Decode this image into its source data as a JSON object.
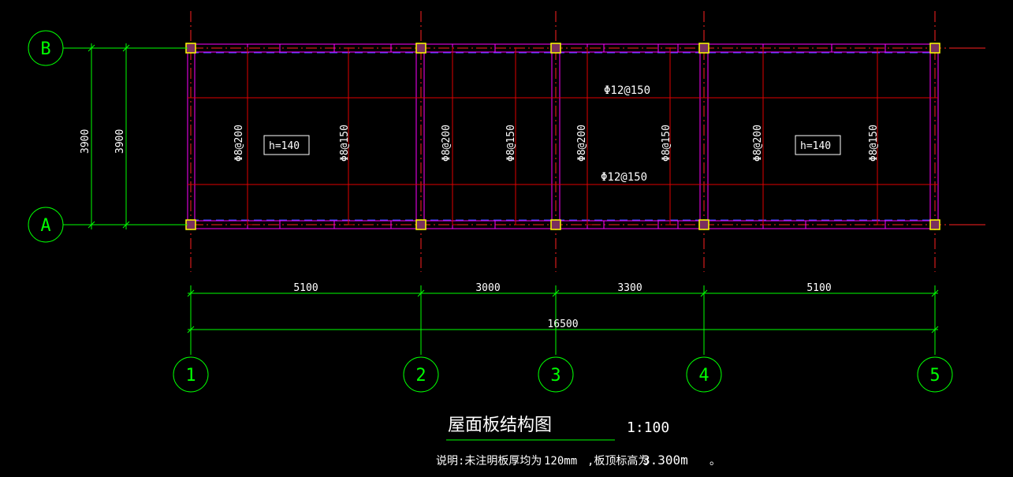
{
  "drawing": {
    "title": "屋面板结构图",
    "scale": "1:100",
    "note": {
      "prefix": "说明:未注明板厚均为",
      "thickness": "120mm",
      "middle": ",板顶标高为",
      "elevation": "3.300m",
      "end": "。"
    }
  },
  "grid": {
    "columns": [
      "1",
      "2",
      "3",
      "4",
      "5"
    ],
    "rows": [
      "A",
      "B"
    ]
  },
  "dimensions": {
    "spans": [
      "5100",
      "3000",
      "3300",
      "5100"
    ],
    "total": "16500",
    "vertical": [
      "3900",
      "3900"
    ]
  },
  "slab": {
    "thickness_labels": [
      "h=140",
      "h=140"
    ],
    "top_bar_label": "Φ12@150",
    "bottom_bar_label": "Φ12@150",
    "rebar_vertical": [
      "Φ8@200",
      "Φ8@150",
      "Φ8@200",
      "Φ8@150",
      "Φ8@200",
      "Φ8@150",
      "Φ8@200",
      "Φ8@150"
    ]
  },
  "colors": {
    "background": "#000000",
    "grid_axis": "#00ff00",
    "beam": "#ff00ff",
    "rebar": "#ff0000",
    "centerline": "#ff0000",
    "hidden_beam": "#0000ff",
    "column": "#ffff00",
    "text": "#ffffff"
  }
}
